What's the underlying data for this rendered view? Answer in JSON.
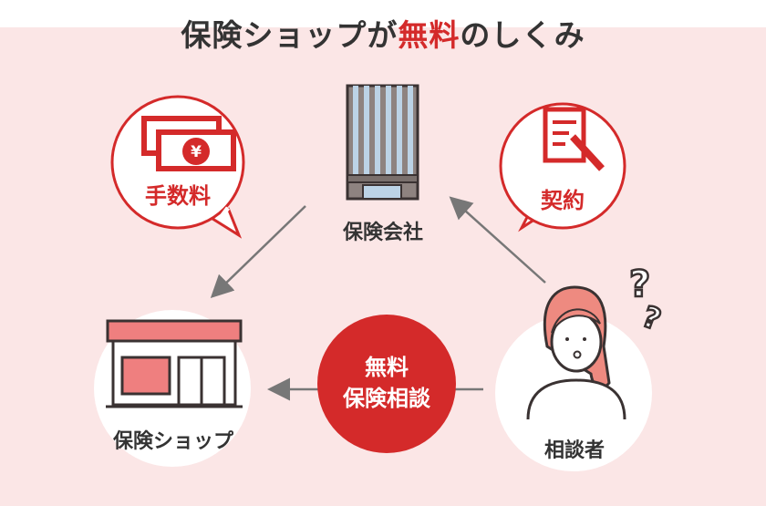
{
  "title": {
    "prefix": "保険ショップが",
    "highlight": "無料",
    "suffix": "のしくみ"
  },
  "nodes": {
    "insurer": "保険会社",
    "shop": "保険ショップ",
    "consumer": "相談者"
  },
  "bubbles": {
    "fee": "手数料",
    "contract": "契約"
  },
  "center": {
    "line1": "無料",
    "line2": "保険相談"
  },
  "colors": {
    "accent": "#d42a2a",
    "background": "#fbe6e6",
    "hair": "#ee8a80"
  }
}
